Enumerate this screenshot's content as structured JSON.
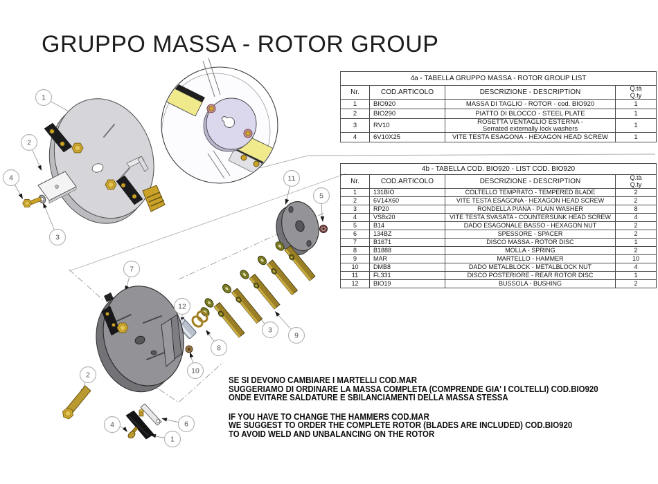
{
  "page": {
    "title": "GRUPPO MASSA - ROTOR GROUP"
  },
  "tables": {
    "t4a": {
      "title": "4a - TABELLA GRUPPO MASSA - ROTOR GROUP LIST",
      "headers": {
        "nr": "Nr.",
        "code": "COD.ARTICOLO",
        "desc": "DESCRIZIONE - DESCRIPTION",
        "qty1": "Q.tà",
        "qty2": "Q.ty"
      },
      "rows": [
        {
          "nr": "1",
          "code": "BIO920",
          "desc": "MASSA DI TAGLIO - ROTOR  -  cod. BIO920",
          "qty": "1"
        },
        {
          "nr": "2",
          "code": "BIO290",
          "desc": "PIATTO DI BLOCCO - STEEL PLATE",
          "qty": "1"
        },
        {
          "nr": "3",
          "code": "RV10",
          "desc": "ROSETTA VENTAGLIO ESTERNA -",
          "desc2": "Serrated externally lock washers",
          "qty": "1"
        },
        {
          "nr": "4",
          "code": "6V10X25",
          "desc": "VITE TESTA ESAGONA - HEXAGON HEAD SCREW",
          "qty": "1"
        }
      ]
    },
    "t4b": {
      "title": "4b - TABELLA COD. BIO920 - LIST COD. BIO920",
      "headers": {
        "nr": "Nr.",
        "code": "COD.ARTICOLO",
        "desc": "DESCRIZIONE - DESCRIPTION",
        "qty1": "Q.tà",
        "qty2": "Q.ty"
      },
      "rows": [
        {
          "nr": "1",
          "code": "131BIO",
          "desc": "COLTELLO TEMPRATO - TEMPERED BLADE",
          "qty": "2"
        },
        {
          "nr": "2",
          "code": "6V14X60",
          "desc": "VITE TESTA ESAGONA - HEXAGON HEAD SCREW",
          "qty": "2"
        },
        {
          "nr": "3",
          "code": "RP20",
          "desc": "RONDELLA PIANA - PLAIN WASHER",
          "qty": "8"
        },
        {
          "nr": "4",
          "code": "VS8x20",
          "desc": "VITE TESTA SVASATA - COUNTERSUNK HEAD SCREW",
          "qty": "4"
        },
        {
          "nr": "5",
          "code": "B14",
          "desc": "DADO ESAGONALE BASSO - HEXAGON NUT",
          "qty": "2"
        },
        {
          "nr": "6",
          "code": "134BZ",
          "desc": "SPESSORE - SPACER",
          "qty": "2"
        },
        {
          "nr": "7",
          "code": "B1671",
          "desc": "DISCO MASSA  - ROTOR DISC",
          "qty": "1"
        },
        {
          "nr": "8",
          "code": "B1888",
          "desc": "MOLLA  - SPRING",
          "qty": "2"
        },
        {
          "nr": "9",
          "code": "MAR",
          "desc": "MARTELLO - HAMMER",
          "qty": "10"
        },
        {
          "nr": "10",
          "code": "DMB8",
          "desc": "DADO METALBLOCK - METALBLOCK NUT",
          "qty": "4"
        },
        {
          "nr": "11",
          "code": "FL331",
          "desc": "DISCO POSTERIORE - REAR ROTOR DISC",
          "qty": "1"
        },
        {
          "nr": "12",
          "code": "BIO19",
          "desc": "BUSSOLA - BUSHING",
          "qty": "2"
        }
      ]
    }
  },
  "notes": {
    "it": [
      "SE SI DEVONO CAMBIARE I MARTELLI COD.MAR",
      "SUGGERIAMO DI ORDINARE LA MASSA COMPLETA (COMPRENDE GIA' I COLTELLI) COD.BIO920",
      "ONDE EVITARE SALDATURE E SBILANCIAMENTI DELLA MASSA STESSA"
    ],
    "en": [
      "IF YOU HAVE TO CHANGE THE HAMMERS COD.MAR",
      "WE SUGGEST TO ORDER THE COMPLETE ROTOR (BLADES ARE INCLUDED) COD.BIO920",
      "TO AVOID WELD AND UNBALANCING ON THE ROTOR"
    ]
  },
  "callouts": {
    "a1": "1",
    "a2": "2",
    "a4": "4",
    "a3": "3",
    "c7": "7",
    "c11": "11",
    "c5": "5",
    "c12": "12",
    "c8": "8",
    "c10": "10",
    "c2": "2",
    "c4": "4",
    "c6": "6",
    "c1": "1",
    "c3": "3",
    "c9": "9"
  },
  "colors": {
    "brass": "#c9a227",
    "disc_light": "#d6d6da",
    "disc_dark": "#939397",
    "blade_yellow": "#f1ea8c",
    "lavender": "#dbd8ee",
    "bushing_blue": "#b9c2ce",
    "table_line": "#4a4a4a"
  }
}
